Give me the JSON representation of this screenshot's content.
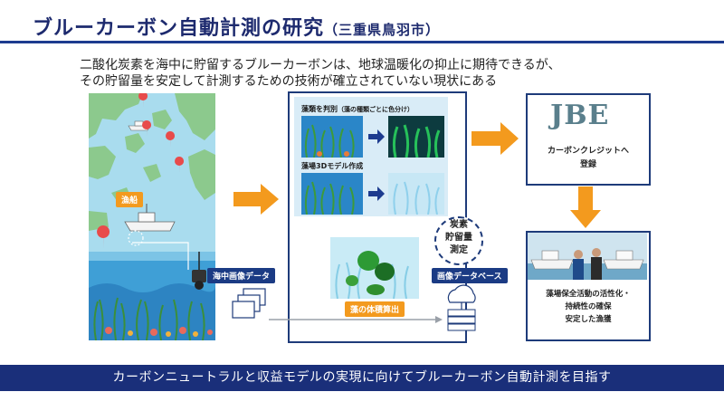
{
  "header": {
    "title": "ブルーカーボン自動計測の研究",
    "subtitle": "（三重県鳥羽市）"
  },
  "intro": {
    "line1": "二酸化炭素を海中に貯留するブルーカーボンは、地球温暖化の抑止に期待できるが、",
    "line2": "その貯留量を安定して計測するための技術が確立されていない現状にある"
  },
  "field": {
    "boat_label": "漁船",
    "underwater_label": "海中画像データ"
  },
  "process": {
    "classify_title": "藻類を判別",
    "classify_note": "（藻の種類ごとに色分け）",
    "model_title": "藻場3Dモデル作成",
    "volume_label": "藻の体積算出",
    "storage_label1": "炭素",
    "storage_label2": "貯留量",
    "storage_label3": "測定",
    "database_label": "画像データベース"
  },
  "outputs": {
    "jbe_logo": "JBE",
    "credit_line1": "カーボンクレジットへ",
    "credit_line2": "登録",
    "benefit_line1": "藻場保全活動の活性化・",
    "benefit_line2": "持続性の確保",
    "benefit_line3": "安定した漁獲"
  },
  "footer": {
    "text": "カーボンニュートラルと収益モデルの実現に向けてブルーカーボン自動計測を目指す"
  },
  "colors": {
    "accent_orange": "#f39a1e",
    "brand_navy": "#1d2a6e",
    "sea_blue": "#9fd6ea"
  }
}
